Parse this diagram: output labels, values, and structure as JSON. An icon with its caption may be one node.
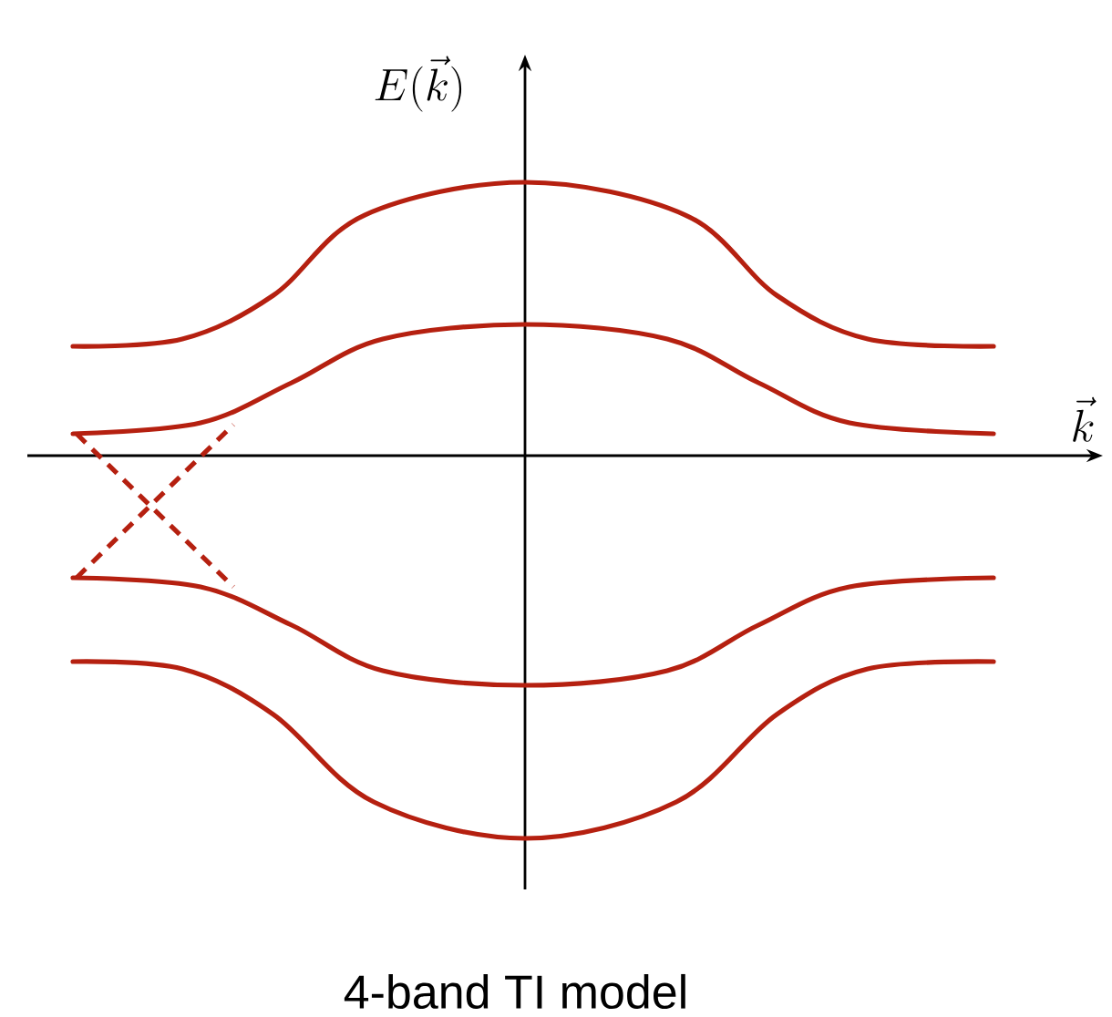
{
  "diagram": {
    "caption": "4-band TI model",
    "labels": [
      "E(\\vec{k})",
      "\\vec{k}"
    ]
  }
}
